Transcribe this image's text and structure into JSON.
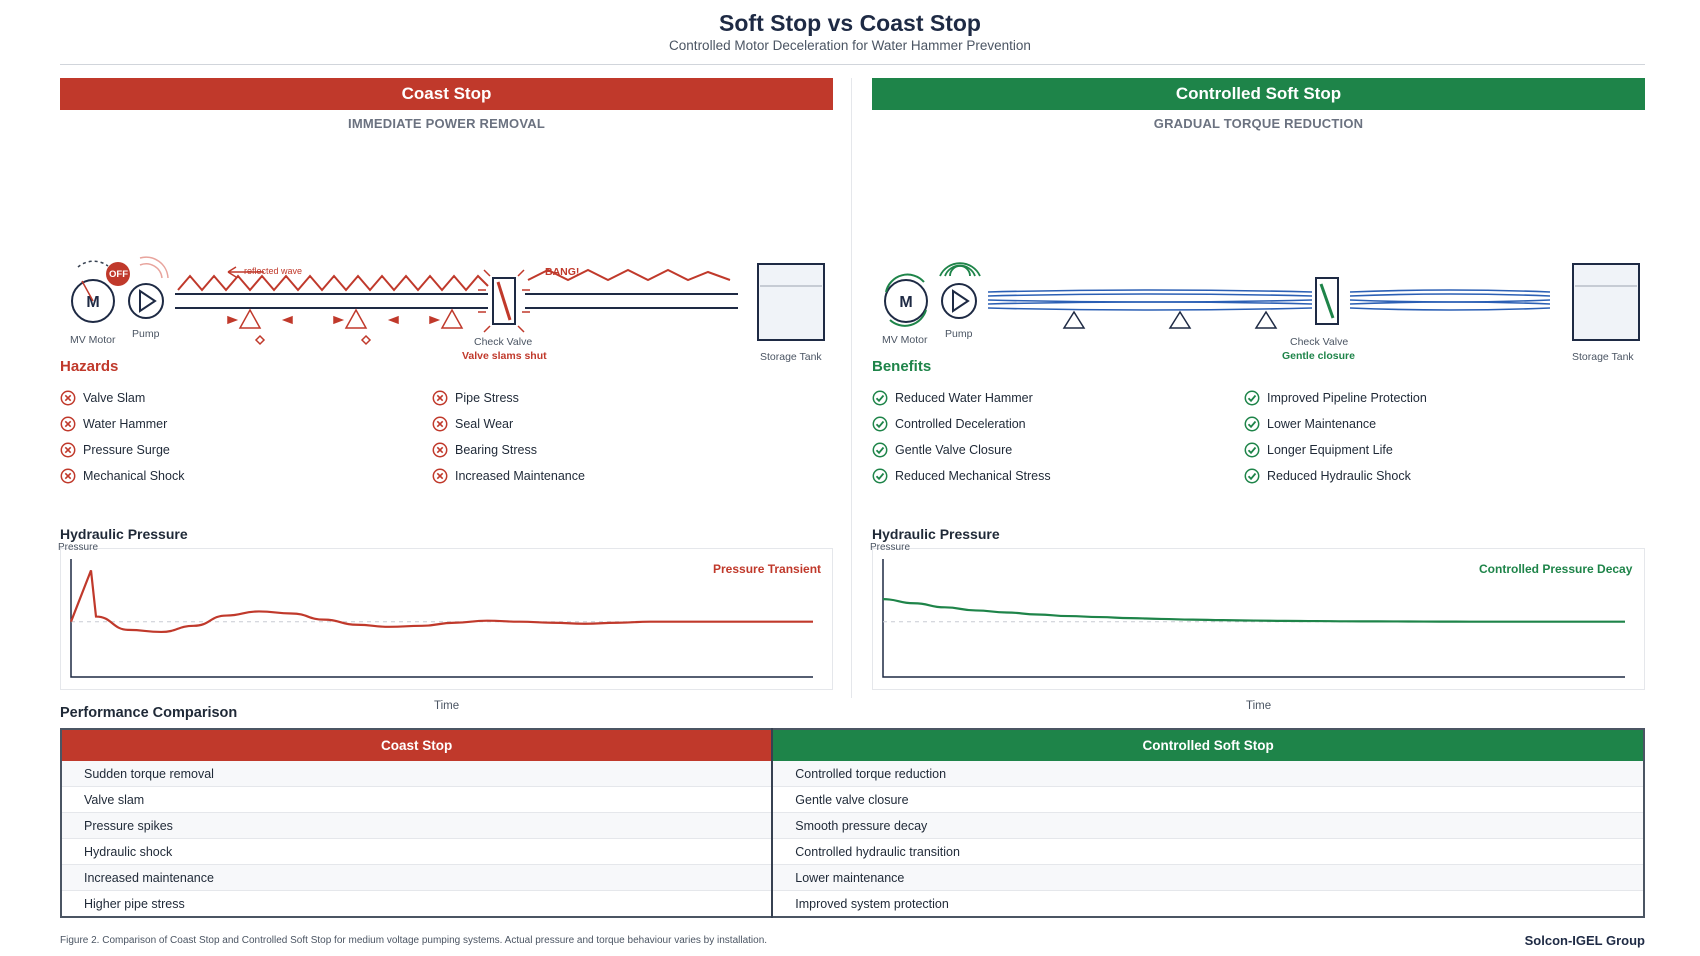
{
  "title": "Soft Stop vs Coast Stop",
  "subtitle": "Controlled Motor Deceleration for Water Hammer Prevention",
  "colors": {
    "coast": "#c0392b",
    "soft": "#1e8449",
    "pipe": "#1e2a44",
    "wave_soft": "#2b5fb4"
  },
  "coast": {
    "banner": "Coast Stop",
    "tagline": "IMMEDIATE POWER REMOVAL",
    "diagram": {
      "motor_label": "MV Motor",
      "motor_letter": "M",
      "off_badge": "OFF",
      "pump_label": "Pump",
      "reflected_wave": "reflected wave",
      "bang": "BANG!",
      "check_valve_label": "Check Valve",
      "valve_note": "Valve slams shut",
      "tank_label": "Storage Tank"
    },
    "section_title": "Hazards",
    "items_col1": [
      "Valve Slam",
      "Water Hammer",
      "Pressure Surge",
      "Mechanical Shock"
    ],
    "items_col2": [
      "Pipe Stress",
      "Seal Wear",
      "Bearing Stress",
      "Increased Maintenance"
    ],
    "chart": {
      "title": "Hydraulic Pressure",
      "ylabel": "Pressure",
      "xlabel": "Time",
      "annotation": "Pressure Transient"
    }
  },
  "soft": {
    "banner": "Controlled Soft Stop",
    "tagline": "GRADUAL TORQUE REDUCTION",
    "diagram": {
      "motor_label": "MV Motor",
      "motor_letter": "M",
      "pump_label": "Pump",
      "check_valve_label": "Check Valve",
      "valve_note": "Gentle closure",
      "tank_label": "Storage Tank"
    },
    "section_title": "Benefits",
    "items_col1": [
      "Reduced Water Hammer",
      "Controlled Deceleration",
      "Gentle Valve Closure",
      "Reduced Mechanical Stress"
    ],
    "items_col2": [
      "Improved Pipeline Protection",
      "Lower Maintenance",
      "Longer Equipment Life",
      "Reduced Hydraulic Shock"
    ],
    "chart": {
      "title": "Hydraulic Pressure",
      "ylabel": "Pressure",
      "xlabel": "Time",
      "annotation": "Controlled Pressure Decay"
    }
  },
  "chart_data": [
    {
      "type": "line",
      "title": "Hydraulic Pressure",
      "xlabel": "Time",
      "ylabel": "Pressure",
      "annotation": "Pressure Transient",
      "series": [
        {
          "values": [
            0.5,
            1.0,
            0.55,
            0.42,
            0.4,
            0.46,
            0.56,
            0.6,
            0.58,
            0.52,
            0.47,
            0.45,
            0.46,
            0.49,
            0.51,
            0.5,
            0.49,
            0.48,
            0.49,
            0.5,
            0.5,
            0.5,
            0.5,
            0.5,
            0.5
          ]
        }
      ],
      "baseline": 0.5,
      "grid": false
    },
    {
      "type": "line",
      "title": "Hydraulic Pressure",
      "xlabel": "Time",
      "ylabel": "Pressure",
      "annotation": "Controlled Pressure Decay",
      "series": [
        {
          "values": [
            0.72,
            0.68,
            0.64,
            0.61,
            0.59,
            0.57,
            0.555,
            0.545,
            0.535,
            0.527,
            0.52,
            0.515,
            0.511,
            0.508,
            0.506,
            0.504,
            0.503,
            0.502,
            0.501,
            0.5,
            0.5,
            0.5,
            0.5,
            0.5,
            0.5
          ]
        }
      ],
      "baseline": 0.5,
      "grid": false
    }
  ],
  "comparison": {
    "title": "Performance Comparison",
    "headers": [
      "Coast Stop",
      "Controlled Soft Stop"
    ],
    "rows": [
      [
        "Sudden torque removal",
        "Controlled torque reduction"
      ],
      [
        "Valve slam",
        "Gentle valve closure"
      ],
      [
        "Pressure spikes",
        "Smooth pressure decay"
      ],
      [
        "Hydraulic shock",
        "Controlled hydraulic transition"
      ],
      [
        "Increased maintenance",
        "Lower maintenance"
      ],
      [
        "Higher pipe stress",
        "Improved system protection"
      ]
    ]
  },
  "footnote": "Figure 2. Comparison of Coast Stop and Controlled Soft Stop for medium voltage pumping systems. Actual pressure and torque behaviour varies by installation.",
  "brand": "Solcon-IGEL Group",
  "icons": {
    "hazard": "x-circle-icon",
    "benefit": "check-circle-icon"
  }
}
